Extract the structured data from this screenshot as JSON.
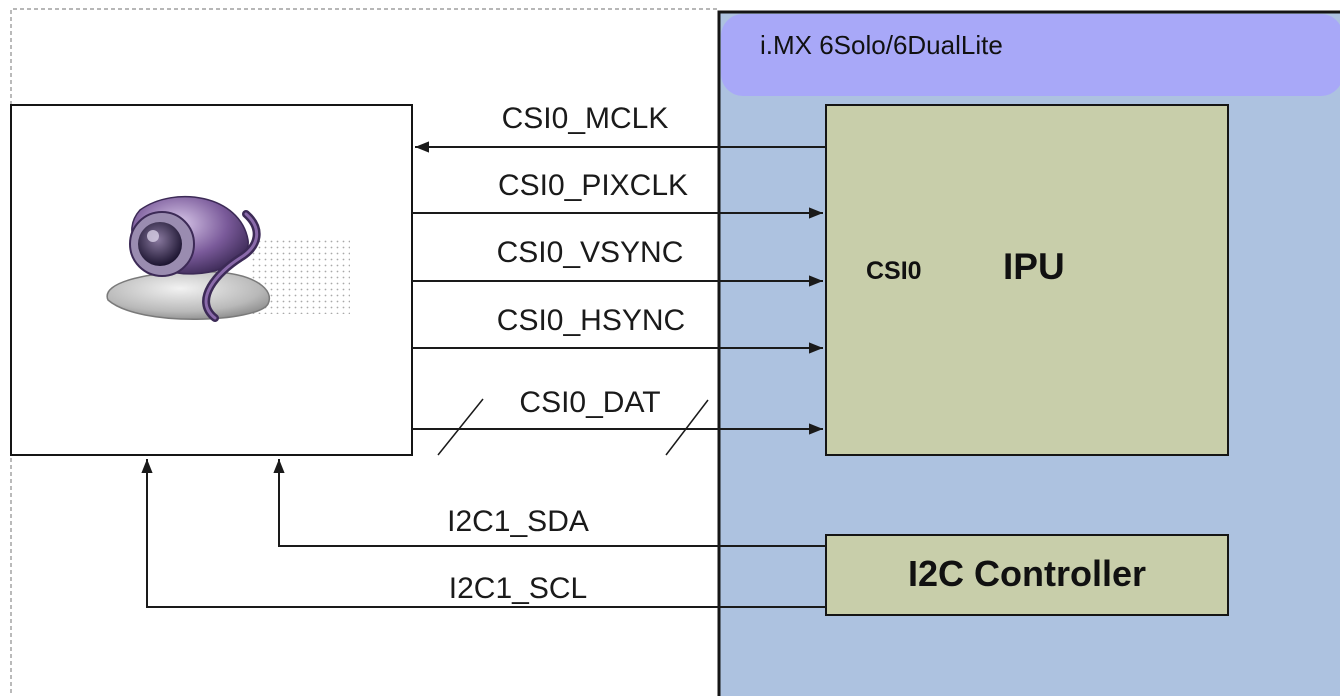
{
  "chip": {
    "title": "i.MX 6Solo/6DualLite"
  },
  "ipu": {
    "port_label": "CSI0",
    "title": "IPU"
  },
  "i2c_controller": {
    "title": "I2C Controller"
  },
  "signals": {
    "mclk": "CSI0_MCLK",
    "pixclk": "CSI0_PIXCLK",
    "vsync": "CSI0_VSYNC",
    "hsync": "CSI0_HSYNC",
    "dat": "CSI0_DAT",
    "sda": "I2C1_SDA",
    "scl": "I2C1_SCL"
  },
  "colors": {
    "chip_fill": "#adc2e0",
    "chip_header": "#a8a8f8",
    "block_fill": "#c8ceaa",
    "line": "#1a1a1a"
  },
  "icons": {
    "camera": "webcam-icon"
  }
}
